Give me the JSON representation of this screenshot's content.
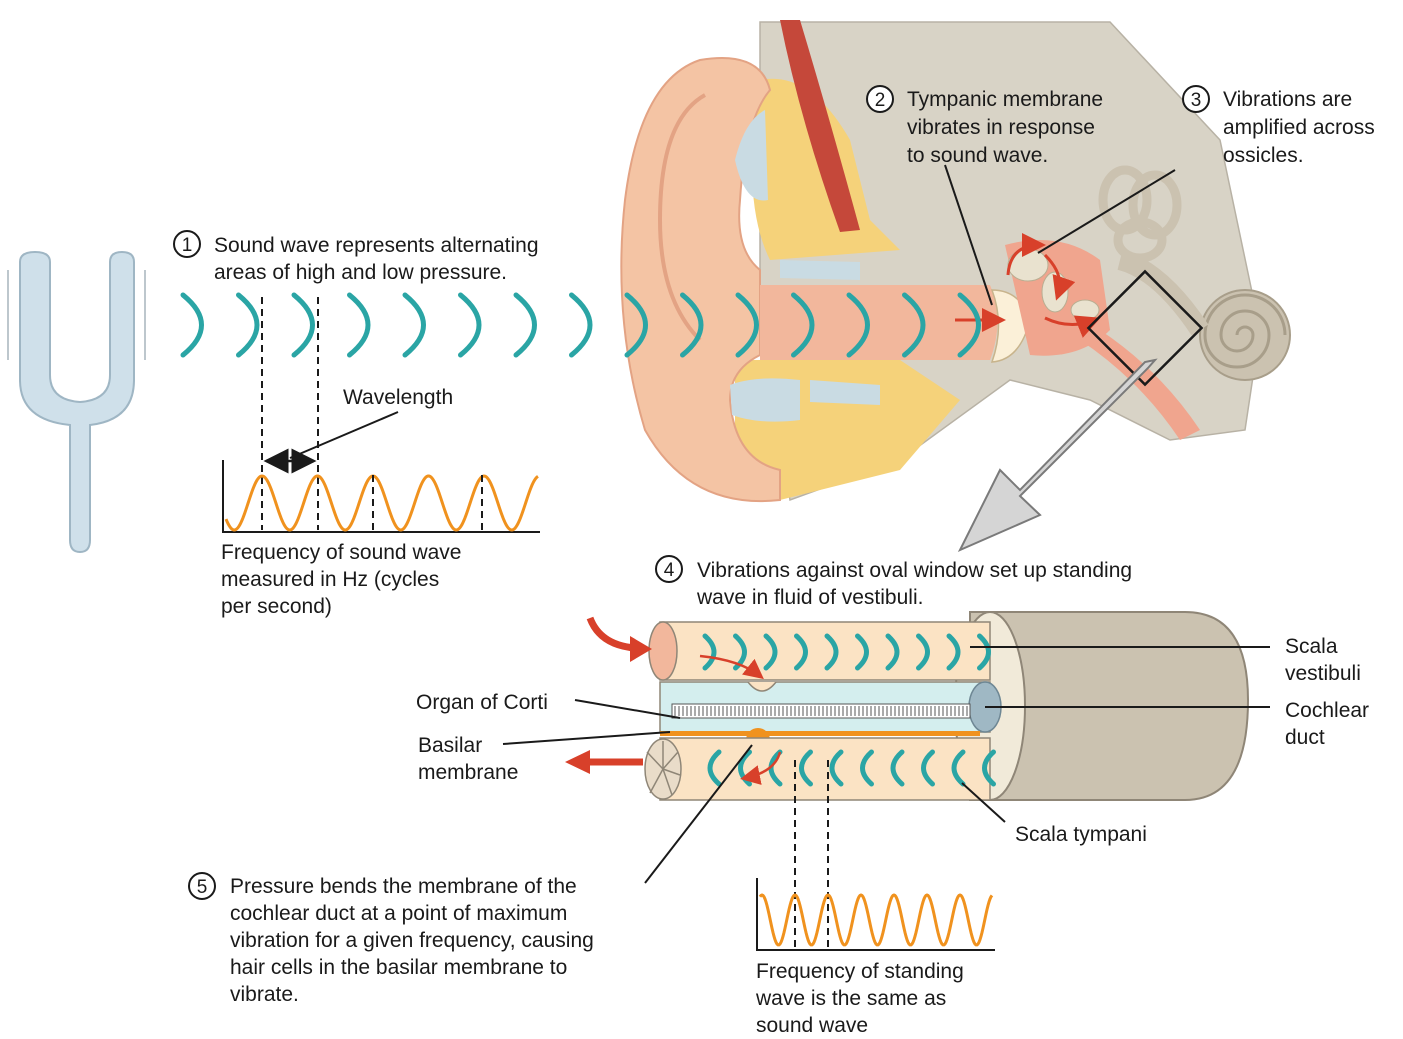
{
  "colors": {
    "wave_teal": "#2aa5a5",
    "sine_orange": "#f0921e",
    "arrow_red": "#d8402a",
    "skin": "#f4c4a4",
    "skin_dark": "#e3a384",
    "fat": "#f5d27a",
    "bone": "#d8d3c6",
    "cartilage": "#c9dbe3",
    "canal": "#f2b79c",
    "tube": "#fbe3c4",
    "duct": "#d4eeee",
    "outer_shell": "#cbc2b0",
    "fork": "#cfe0ea"
  },
  "step1": {
    "num": "1",
    "lines": [
      "Sound wave represents alternating",
      "areas of high and low pressure."
    ]
  },
  "step2": {
    "num": "2",
    "lines": [
      "Tympanic membrane",
      "vibrates in response",
      "to sound wave."
    ]
  },
  "step3": {
    "num": "3",
    "lines": [
      "Vibrations are",
      "amplified across",
      "ossicles."
    ]
  },
  "step4": {
    "num": "4",
    "lines": [
      "Vibrations against oval window set up standing",
      "wave in fluid of vestibuli."
    ]
  },
  "step5": {
    "num": "5",
    "lines": [
      "Pressure bends the membrane of the",
      "cochlear duct at a point of maximum",
      "vibration for a given frequency, causing",
      "hair cells in the basilar membrane to",
      "vibrate."
    ]
  },
  "wavelength_label": "Wavelength",
  "freq_sound": {
    "lines": [
      "Frequency of sound wave",
      "measured in Hz (cycles",
      "per second)"
    ]
  },
  "freq_standing": {
    "lines": [
      "Frequency of standing",
      "wave is the same as",
      "sound wave"
    ]
  },
  "labels": {
    "organ_of_corti": "Organ of Corti",
    "basilar": [
      "Basilar",
      "membrane"
    ],
    "scala_vestibuli": [
      "Scala",
      "vestibuli"
    ],
    "cochlear_duct": [
      "Cochlear",
      "duct"
    ],
    "scala_tympani": "Scala tympani"
  }
}
